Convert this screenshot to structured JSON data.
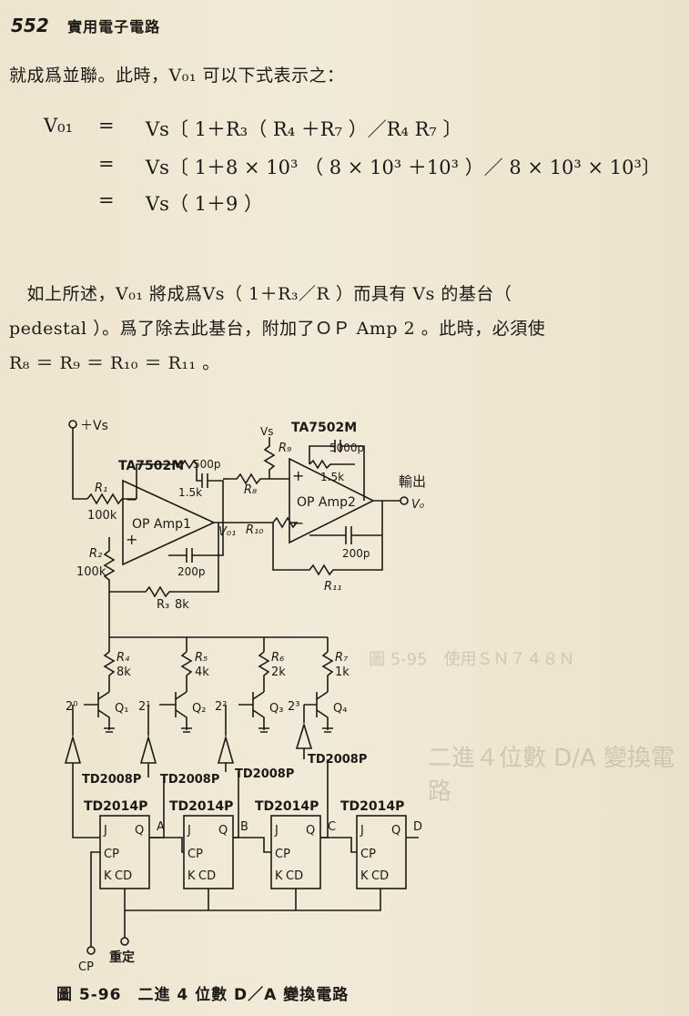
{
  "header": {
    "page_number": "552",
    "book_title": "實用電子電路"
  },
  "paragraph1": "就成爲並聯。此時，V₀₁ 可以下式表示之：",
  "equations": [
    {
      "lhs": "V₀₁",
      "sign": "=",
      "rhs": "Vs〔 1＋R₃（ R₄ ＋R₇ ）／R₄ R₇ 〕"
    },
    {
      "lhs": "",
      "sign": "=",
      "rhs": "Vs〔 1＋8 × 10³ （ 8 × 10³ ＋10³ ）／ 8 × 10³ × 10³〕"
    },
    {
      "lhs": "",
      "sign": "=",
      "rhs": "Vs（ 1＋9 ）"
    }
  ],
  "paragraph2": [
    "　如上所述，V₀₁ 將成爲Vs（ 1＋R₃／R ）而具有 Vs 的基台（",
    "pedestal ）。爲了除去此基台，附加了ＯＰ Amp 2 。此時，必須使",
    "R₈ ＝ R₉ ＝ R₁₀ ＝ R₁₁ 。"
  ],
  "circuit": {
    "vs_label": "＋Vs",
    "ic_top_left": "TA7502M",
    "ic_top_right": "TA7502M",
    "opamp1": "OP Amp1",
    "opamp2": "OP Amp2",
    "r1": "R₁",
    "r1_val": "100k",
    "r2": "R₂",
    "r2_val": "100k",
    "r3": "R₃",
    "r3_val": "8k",
    "r8": "R₈",
    "r9": "R₉",
    "r9_supply": "Vs",
    "r10": "R₁₀",
    "r11": "R₁₁",
    "c1": "500p",
    "c1_res": "1.5k",
    "c2": "200p",
    "c3": "5000p",
    "c3_res": "1.5k",
    "c4": "200p",
    "vo1": "V₀₁",
    "output": "輸出",
    "vo": "V₀",
    "r4": "R₄",
    "r4_val": "8k",
    "r5": "R₅",
    "r5_val": "4k",
    "r6": "R₆",
    "r6_val": "2k",
    "r7": "R₇",
    "r7_val": "1k",
    "bits": [
      "2⁰",
      "2¹",
      "2²",
      "2³"
    ],
    "transistors": [
      "Q₁",
      "Q₂",
      "Q₃",
      "Q₄"
    ],
    "buffers": [
      "TD2008P",
      "TD2008P",
      "TD2008P",
      "TD2008P"
    ],
    "flipflops": [
      "TD2014P",
      "TD2014P",
      "TD2014P",
      "TD2014P"
    ],
    "ff_outputs": [
      "A",
      "B",
      "C",
      "D"
    ],
    "ff_pins": {
      "j": "J",
      "q": "Q",
      "cp": "CP",
      "k": "K",
      "cd": "CD"
    },
    "cp_in": "CP",
    "reset": "重定"
  },
  "caption": "圖 5-96　二進 4 位數 D／A 變換電路",
  "bleedthrough": [
    "圖 5-95　使用ＳＮ７４８Ｎ",
    "二進４位數 D/A 變換電路"
  ]
}
